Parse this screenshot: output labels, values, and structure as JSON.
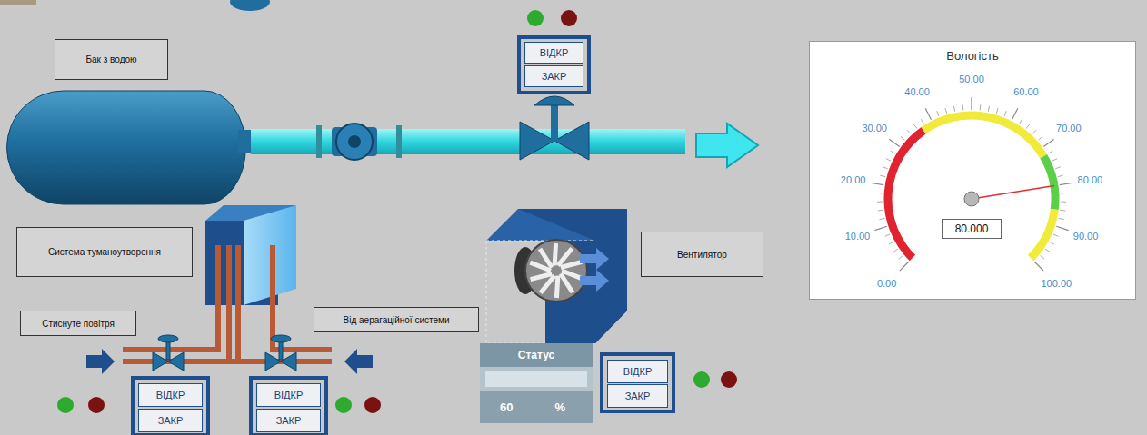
{
  "diagram": {
    "nodes": [
      {
        "text": [
          "Бак з водою"
        ]
      },
      {
        "text": [
          "ВІДКР"
        ]
      },
      {
        "text": [
          "ЗАКР"
        ]
      },
      {
        "text": [
          "Система туманоутворення"
        ]
      },
      {
        "text": [
          "Вентилятор"
        ]
      },
      {
        "text": [
          "Стиснуте повітря"
        ]
      },
      {
        "text": [
          "Від аерагаційної системи"
        ]
      },
      {
        "text": [
          "Статус",
          "60",
          "%"
        ]
      },
      {
        "text": [
          "ВІДКР"
        ]
      },
      {
        "text": [
          "ЗАКР"
        ]
      },
      {
        "text": [
          "ВІДКР"
        ]
      },
      {
        "text": [
          "ЗАКР"
        ]
      },
      {
        "text": [
          "ВІДКР"
        ]
      },
      {
        "text": [
          "ЗАКР"
        ]
      },
      {
        "text": [
          "Вологість"
        ]
      },
      {
        "text": [
          "80.000"
        ],
        "in": 14
      }
    ],
    "labels": [
      "0.00",
      "10.00",
      "20.00",
      "30.00",
      "40.00",
      "50.00",
      "60.00",
      "70.00",
      "80.00",
      "90.00",
      "100.00"
    ]
  }
}
